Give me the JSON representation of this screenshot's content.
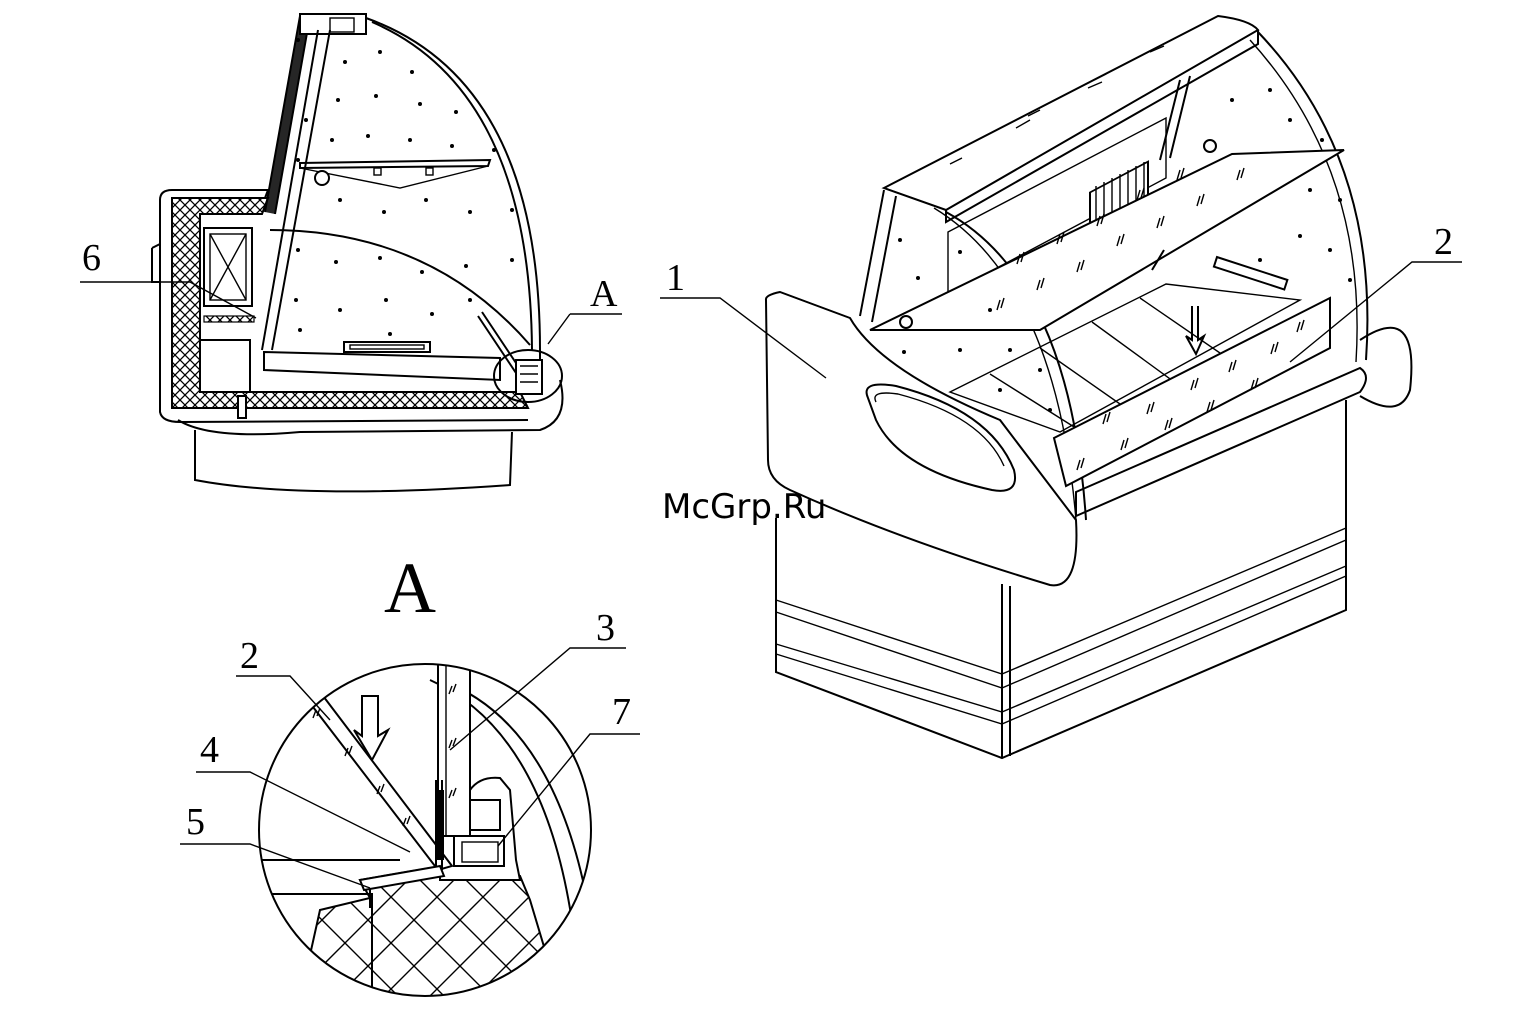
{
  "callouts": {
    "c1": "1",
    "c2_main": "2",
    "c2_detail": "2",
    "c3": "3",
    "c4": "4",
    "c5": "5",
    "c6": "6",
    "c7": "7",
    "section_ref": "A"
  },
  "detail_title": "A",
  "watermark": {
    "text": "McGrp.Ru",
    "color": "#d32f2f"
  },
  "colors": {
    "line": "#000000",
    "background": "#ffffff"
  }
}
